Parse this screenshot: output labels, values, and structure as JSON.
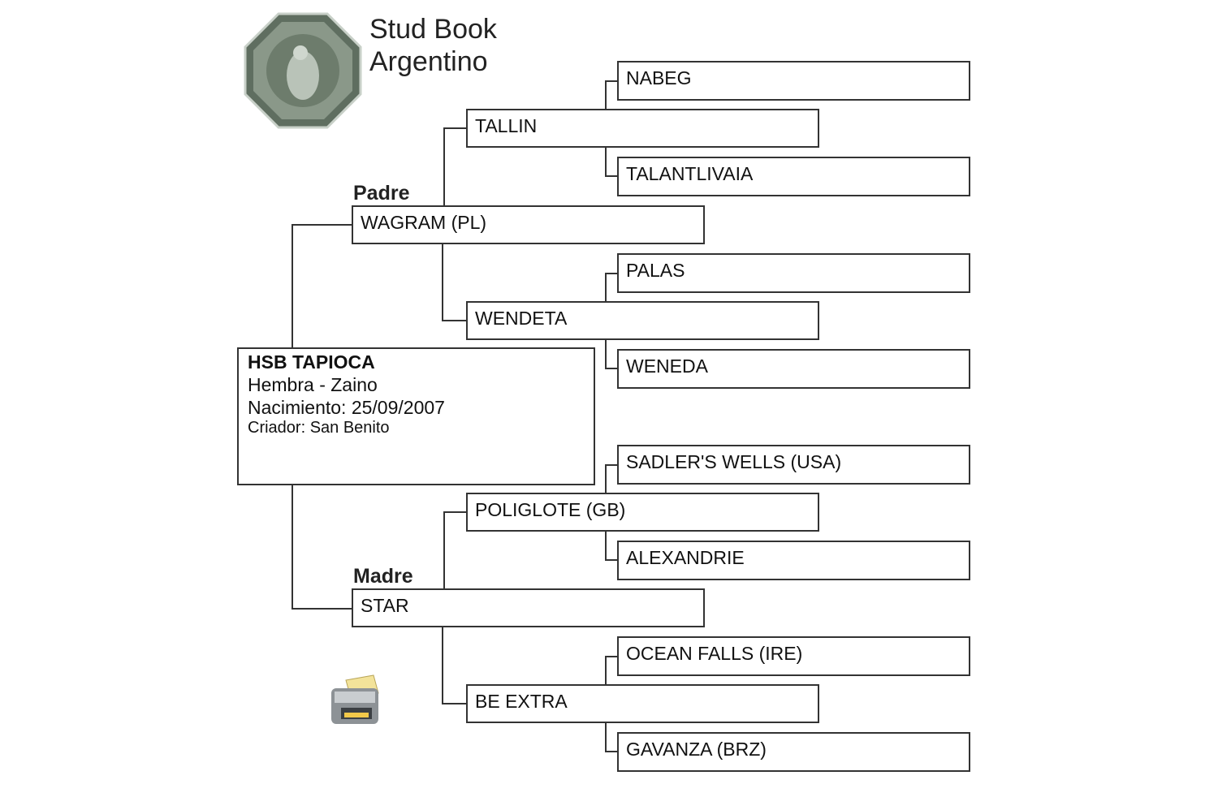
{
  "header": {
    "title_line1": "Stud Book",
    "title_line2": "Argentino",
    "logo": "jockey-club-seal"
  },
  "subject": {
    "name": "HSB TAPIOCA",
    "sex_coat": "Hembra - Zaino",
    "birth": "Nacimiento: 25/09/2007",
    "breeder": "Criador: San Benito"
  },
  "labels": {
    "sire": "Padre",
    "dam": "Madre"
  },
  "gen1": {
    "sire": "WAGRAM (PL)",
    "dam": "STAR"
  },
  "gen2": {
    "ss": "TALLIN",
    "sd": "WENDETA",
    "ds": "POLIGLOTE (GB)",
    "dd": "BE EXTRA"
  },
  "gen3": {
    "sss": "NABEG",
    "ssd": "TALANTLIVAIA",
    "sds": "PALAS",
    "sdd": "WENEDA",
    "dss": "SADLER'S WELLS (USA)",
    "dsd": "ALEXANDRIE",
    "dds": "OCEAN FALLS (IRE)",
    "ddd": "GAVANZA (BRZ)"
  },
  "icons": {
    "print": "printer-icon"
  }
}
